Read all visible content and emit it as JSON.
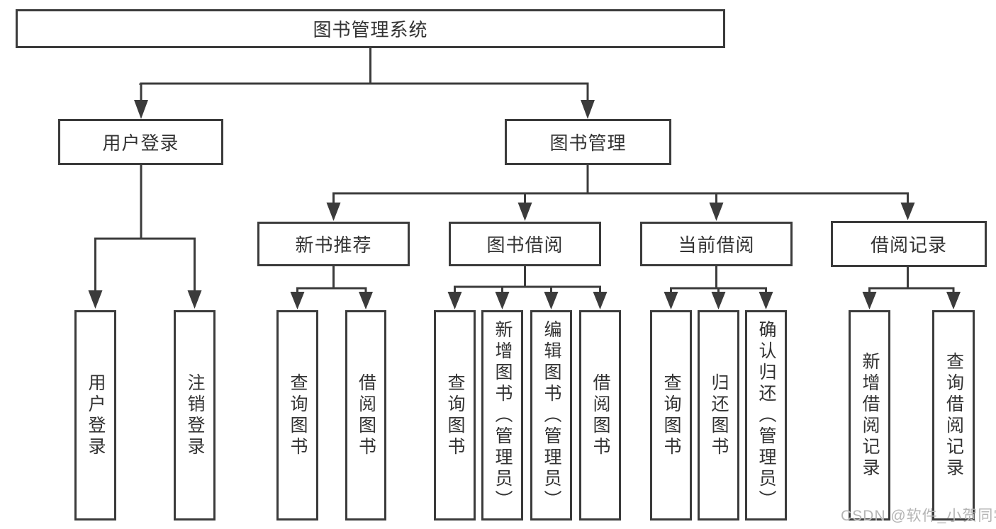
{
  "tree": {
    "root": {
      "label": "图书管理系统"
    },
    "children": [
      {
        "label": "用户登录",
        "children": [
          {
            "label": "用户登录"
          },
          {
            "label": "注销登录"
          }
        ]
      },
      {
        "label": "图书管理",
        "children": [
          {
            "label": "新书推荐",
            "children": [
              {
                "label": "查询图书"
              },
              {
                "label": "借阅图书"
              }
            ]
          },
          {
            "label": "图书借阅",
            "children": [
              {
                "label": "查询图书"
              },
              {
                "label": "新增图书（管理员）"
              },
              {
                "label": "编辑图书（管理员）"
              },
              {
                "label": "借阅图书"
              }
            ]
          },
          {
            "label": "当前借阅",
            "children": [
              {
                "label": "查询图书"
              },
              {
                "label": "归还图书"
              },
              {
                "label": "确认归还（管理员）"
              }
            ]
          },
          {
            "label": "借阅记录",
            "children": [
              {
                "label": "新增借阅记录"
              },
              {
                "label": "查询借阅记录"
              }
            ]
          }
        ]
      }
    ]
  },
  "watermark": {
    "text": "CSDN @软件_小贺同学",
    "color": "#b5b5b5"
  },
  "colors": {
    "line": "#3b3b3b",
    "box_border": "#3b3b3b",
    "text": "#333333",
    "background": "#ffffff"
  }
}
